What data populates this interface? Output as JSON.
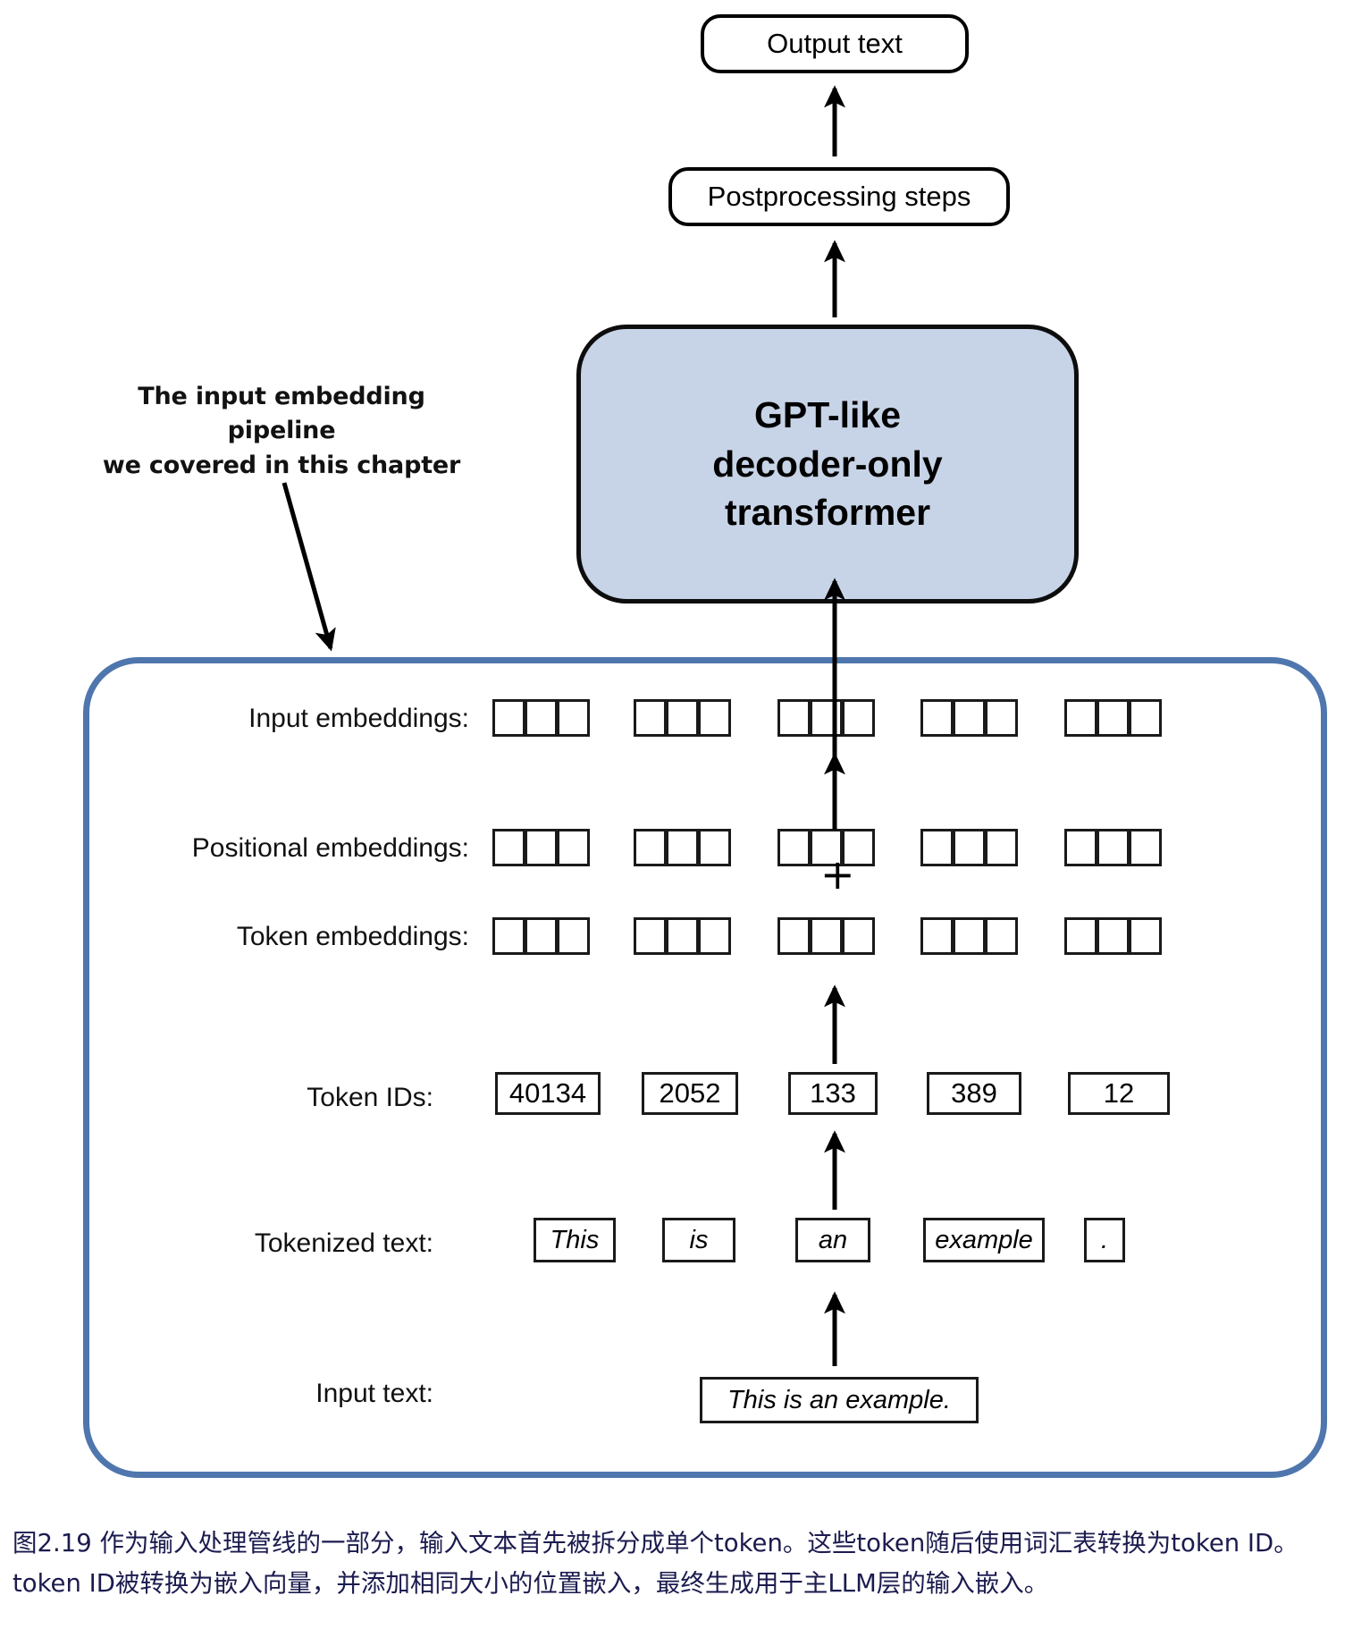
{
  "figure": {
    "id": "figure-2-19",
    "top_flow": {
      "output_text": "Output text",
      "postprocessing": "Postprocessing steps",
      "model_lines": [
        "GPT-like",
        "decoder-only",
        "transformer"
      ]
    },
    "annotation": {
      "lines": [
        "The input embedding pipeline",
        "we covered in this chapter"
      ]
    },
    "rows": {
      "input_embeddings_label": "Input embeddings:",
      "positional_embeddings_label": "Positional embeddings:",
      "token_embeddings_label": "Token embeddings:",
      "token_ids_label": "Token IDs:",
      "tokenized_text_label": "Tokenized text:",
      "input_text_label": "Input text:"
    },
    "operators": {
      "plus": "+"
    },
    "embedding_cells_per_group": 3,
    "embedding_group_count": 5,
    "token_ids": [
      "40134",
      "2052",
      "133",
      "389",
      "12"
    ],
    "tokens": [
      "This",
      "is",
      "an",
      "example",
      "."
    ],
    "input_text": "This is an example.",
    "caption": "图2.19 作为输入处理管线的一部分，输入文本首先被拆分成单个token。这些token随后使用词汇表转换为token ID。token ID被转换为嵌入向量，并添加相同大小的位置嵌入，最终生成用于主LLM层的输入嵌入。",
    "colors": {
      "model_box_fill": "#c7d4e7",
      "pipeline_border": "#4f76ad",
      "caption_text": "#1b1b4f",
      "stroke": "#000000"
    }
  }
}
